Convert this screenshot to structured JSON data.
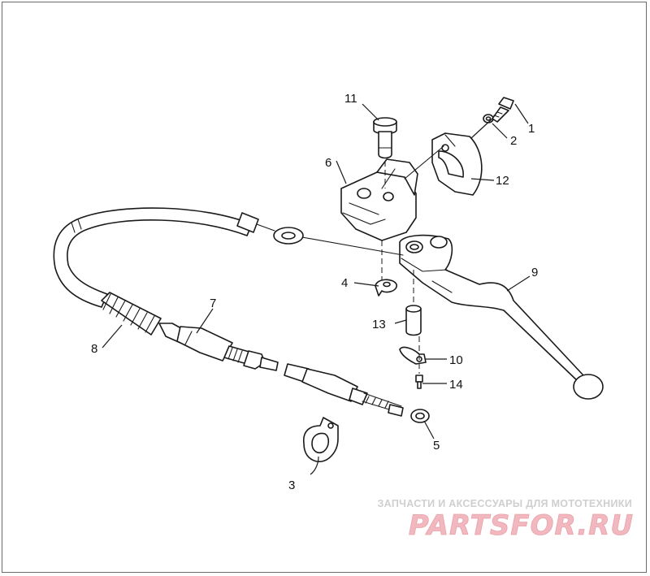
{
  "callouts": {
    "c1": "1",
    "c2": "2",
    "c3": "3",
    "c4": "4",
    "c5": "5",
    "c6": "6",
    "c7": "7",
    "c8": "8",
    "c9": "9",
    "c10": "10",
    "c11": "11",
    "c12": "12",
    "c13": "13",
    "c14": "14"
  },
  "watermark": {
    "subtitle": "ЗАПЧАСТИ И АКСЕССУАРЫ ДЛЯ МОТОТЕХНИКИ",
    "logo": "PARTSFOR.RU"
  },
  "colors": {
    "line": "#1a1a1a",
    "watermark_logo": "#f2b8bf",
    "watermark_text": "#cfcfcf"
  }
}
